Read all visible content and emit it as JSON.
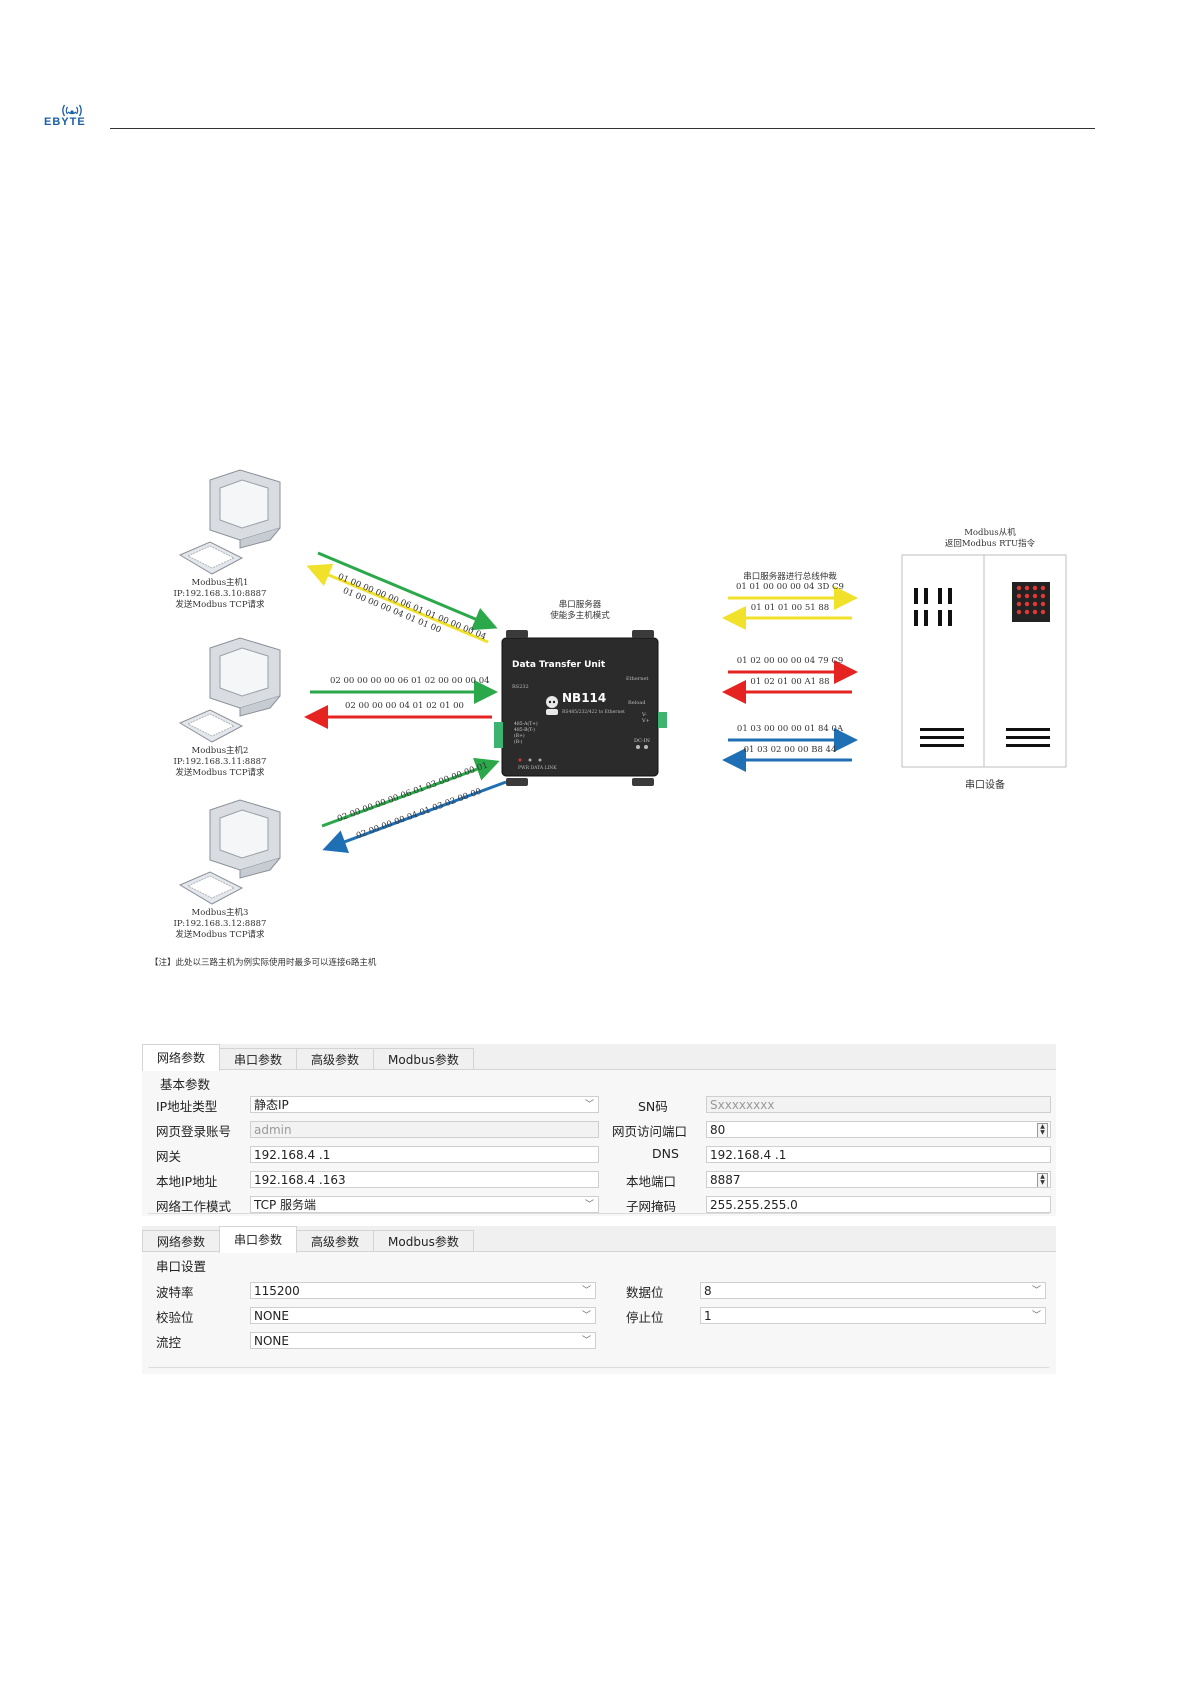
{
  "header": {
    "logo_text": "EBYTE"
  },
  "diagram": {
    "hosts": [
      {
        "name": "Modbus主机1",
        "ip": "IP:192.168.3.10:8887",
        "desc": "发送Modbus TCP请求",
        "send": "01 00 00 00 00 06 01 01 00 00 00 04",
        "recv": "01 00 00 00 04 01 01 00"
      },
      {
        "name": "Modbus主机2",
        "ip": "IP:192.168.3.11:8887",
        "desc": "发送Modbus TCP请求",
        "send": "02 00 00 00 00 06 01 02 00 00 00 04",
        "recv": "02 00 00 00 04 01 02 01 00"
      },
      {
        "name": "Modbus主机3",
        "ip": "IP:192.168.3.12:8887",
        "desc": "发送Modbus TCP请求",
        "send": "02 00 00 00 00 06 01 03 00 00 00 01",
        "recv": "02 00 00 00 04 01 03 02 00 00"
      }
    ],
    "server_label": [
      "串口服务器",
      "使能多主机模式"
    ],
    "bus_label": "串口服务器进行总线仲裁",
    "device": {
      "title": "Data Transfer Unit",
      "model": "NB114",
      "subtitle": "RS485/232/422 to Ethernet",
      "port_rs": "RS232",
      "port_eth": "Ethernet",
      "port_reload": "Reload",
      "port_dc": "DC-IN",
      "pins": [
        "485-A(T+)",
        "485-B(T-)",
        "(R+)",
        "(R-)"
      ],
      "leds": "PWR DATA LINK",
      "vplus": "V+",
      "vminus": "V-"
    },
    "bus_frames": [
      {
        "req": "01 01 00 00 00 04 3D C9",
        "resp": "01 01 01 00 51 88"
      },
      {
        "req": "01 02 00 00 00 04 79 C9",
        "resp": "01 02 01 00 A1 88"
      },
      {
        "req": "01 03 00 00 00 01 84 0A",
        "resp": "01 03 02 00 00 B8 44"
      }
    ],
    "slave_label": [
      "Modbus从机",
      "返回Modbus RTU指令"
    ],
    "serial_device": "串口设备",
    "note": "【注】此处以三路主机为例实际使用时最多可以连接6路主机",
    "colors": {
      "green": "#2aa84a",
      "yellow": "#f2e12b",
      "red": "#e52421",
      "blue": "#1f6fb5"
    }
  },
  "panel1": {
    "tabs": [
      "网络参数",
      "串口参数",
      "高级参数",
      "Modbus参数"
    ],
    "active_tab": 0,
    "group": "基本参数",
    "left": [
      {
        "label": "IP地址类型",
        "value": "静态IP",
        "kind": "select"
      },
      {
        "label": "网页登录账号",
        "value": "admin",
        "kind": "disabled"
      },
      {
        "label": "网关",
        "value": "192.168.4  .1",
        "kind": "text"
      },
      {
        "label": "本地IP地址",
        "value": "192.168.4  .163",
        "kind": "text"
      },
      {
        "label": "网络工作模式",
        "value": "TCP 服务端",
        "kind": "select"
      }
    ],
    "right": [
      {
        "label": "SN码",
        "value": "Sxxxxxxxx",
        "kind": "disabled"
      },
      {
        "label": "网页访问端口",
        "value": "80",
        "kind": "spin"
      },
      {
        "label": "DNS",
        "value": "192.168.4  .1",
        "kind": "text"
      },
      {
        "label": "本地端口",
        "value": "8887",
        "kind": "spin"
      },
      {
        "label": "子网掩码",
        "value": "255.255.255.0",
        "kind": "text"
      }
    ]
  },
  "panel2": {
    "tabs": [
      "网络参数",
      "串口参数",
      "高级参数",
      "Modbus参数"
    ],
    "active_tab": 1,
    "group": "串口设置",
    "left": [
      {
        "label": "波特率",
        "value": "115200",
        "kind": "select"
      },
      {
        "label": "校验位",
        "value": "NONE",
        "kind": "select"
      },
      {
        "label": "流控",
        "value": "NONE",
        "kind": "select"
      }
    ],
    "right": [
      {
        "label": "数据位",
        "value": "8",
        "kind": "select"
      },
      {
        "label": "停止位",
        "value": "1",
        "kind": "select"
      }
    ]
  }
}
